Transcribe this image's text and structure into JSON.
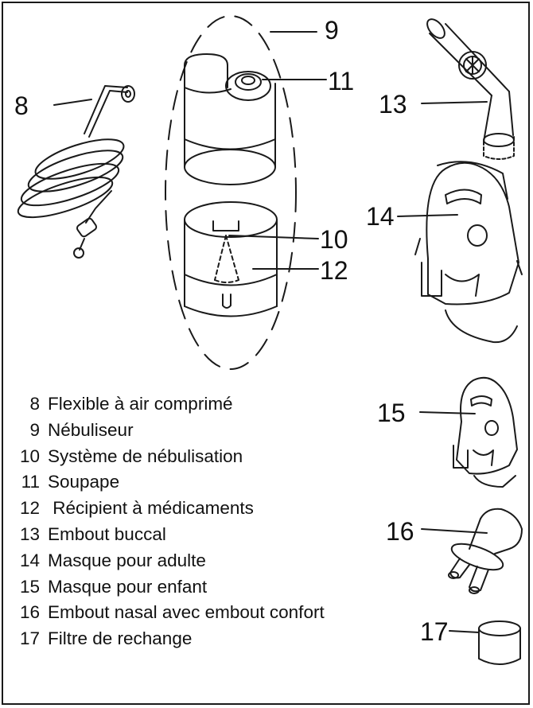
{
  "callouts": {
    "n8": "8",
    "n9": "9",
    "n10": "10",
    "n11": "11",
    "n12": "12",
    "n13": "13",
    "n14": "14",
    "n15": "15",
    "n16": "16",
    "n17": "17"
  },
  "legend": [
    {
      "num": "8",
      "text": "Flexible à air comprimé"
    },
    {
      "num": "9",
      "text": "Nébuliseur"
    },
    {
      "num": "10",
      "text": "Système de nébulisation"
    },
    {
      "num": "11",
      "text": "Soupape"
    },
    {
      "num": "12",
      "text": " Récipient à médicaments"
    },
    {
      "num": "13",
      "text": "Embout buccal"
    },
    {
      "num": "14",
      "text": "Masque pour adulte"
    },
    {
      "num": "15",
      "text": "Masque pour enfant"
    },
    {
      "num": "16",
      "text": "Embout nasal avec embout confort"
    },
    {
      "num": "17",
      "text": "Filtre de rechange"
    }
  ],
  "colors": {
    "ink": "#1a1a1a",
    "background": "#ffffff"
  },
  "icons": [
    "compressed-air-tube-icon",
    "nebulizer-icon",
    "mouthpiece-icon",
    "adult-mask-icon",
    "child-mask-icon",
    "nasal-piece-icon",
    "filter-icon"
  ]
}
